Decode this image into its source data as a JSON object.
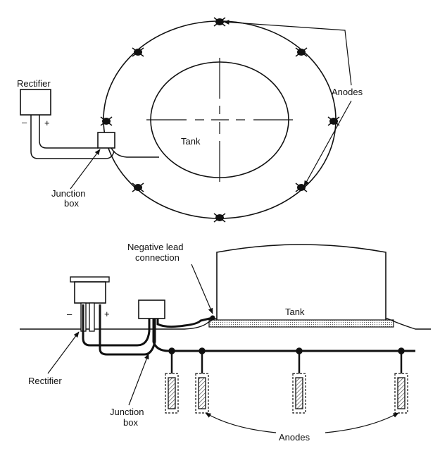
{
  "plan_view": {
    "rectifier_label": "Rectifier",
    "minus_label": "–",
    "plus_label": "+",
    "tank_label": "Tank",
    "anodes_label": "Anodes",
    "junction_label_line1": "Junction",
    "junction_label_line2": "box"
  },
  "section_view": {
    "negative_lead_line1": "Negative lead",
    "negative_lead_line2": "connection",
    "tank_label": "Tank",
    "minus_label": "–",
    "plus_label": "+",
    "rectifier_label": "Rectifier",
    "junction_label_line1": "Junction",
    "junction_label_line2": "box",
    "anodes_label": "Anodes"
  }
}
